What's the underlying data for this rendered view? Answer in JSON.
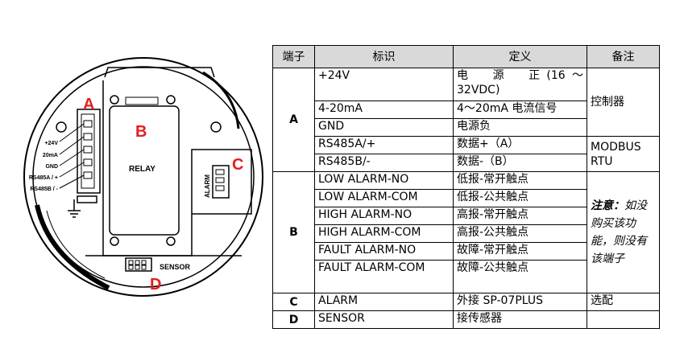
{
  "diagram": {
    "labels": {
      "A": "A",
      "B": "B",
      "C": "C",
      "D": "D",
      "relay": "RELAY",
      "alarm": "ALARM",
      "sensor": "SENSOR"
    },
    "pins": [
      "+24V",
      "20mA",
      "GND",
      "RS485A / +",
      "RS485B / -"
    ],
    "accent_color": "#e02020"
  },
  "table": {
    "headers": [
      "端子",
      "标识",
      "定义",
      "备注"
    ],
    "terminals": {
      "A": "A",
      "B": "B",
      "C": "C",
      "D": "D"
    },
    "rows": {
      "a1": {
        "id": "+24V",
        "def": "电　源　正(16～32VDC)"
      },
      "a2": {
        "id": "4-20mA",
        "def": "4～20mA 电流信号"
      },
      "a3": {
        "id": "GND",
        "def": "电源负"
      },
      "a4": {
        "id": "RS485A/+",
        "def": "数据+（A）"
      },
      "a5": {
        "id": "RS485B/-",
        "def": "数据-（B）"
      },
      "b1": {
        "id": "LOW ALARM-NO",
        "def": "低报-常开触点"
      },
      "b2": {
        "id": "LOW ALARM-COM",
        "def": "低报-公共触点"
      },
      "b3": {
        "id": "HIGH ALARM-NO",
        "def": "高报-常开触点"
      },
      "b4": {
        "id": "HIGH ALARM-COM",
        "def": "高报-公共触点"
      },
      "b5": {
        "id": "FAULT ALARM-NO",
        "def": "故障-常开触点"
      },
      "b6": {
        "id": "FAULT ALARM-COM",
        "def": "故障-公共触点"
      },
      "c1": {
        "id": "ALARM",
        "def": "外接 SP-07PLUS"
      },
      "d1": {
        "id": "SENSOR",
        "def": "接传感器"
      }
    },
    "notes": {
      "controller": "控制器",
      "modbus": "MODBUS RTU",
      "attention_label": "注意：",
      "attention_text": "如没购买该功能，则没有该端子",
      "optional": "选配"
    }
  }
}
